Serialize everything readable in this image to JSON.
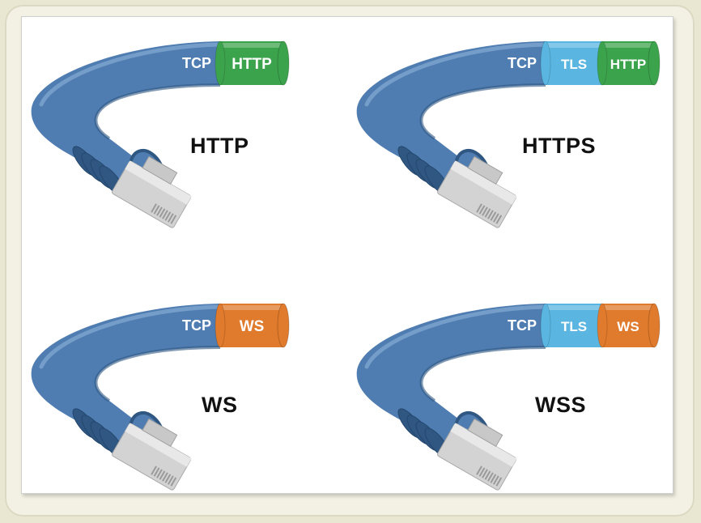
{
  "colors": {
    "cable": "#4f7db1",
    "cable_dark": "#2f5782",
    "tls": "#5ab6e0",
    "http": "#3ca34d",
    "ws": "#e07a2c",
    "plug": "#d3d3d3"
  },
  "connections": [
    {
      "label": "HTTP",
      "segments": [
        "TCP",
        "HTTP"
      ]
    },
    {
      "label": "HTTPS",
      "segments": [
        "TCP",
        "TLS",
        "HTTP"
      ]
    },
    {
      "label": "WS",
      "segments": [
        "TCP",
        "WS"
      ]
    },
    {
      "label": "WSS",
      "segments": [
        "TCP",
        "TLS",
        "WS"
      ]
    }
  ]
}
